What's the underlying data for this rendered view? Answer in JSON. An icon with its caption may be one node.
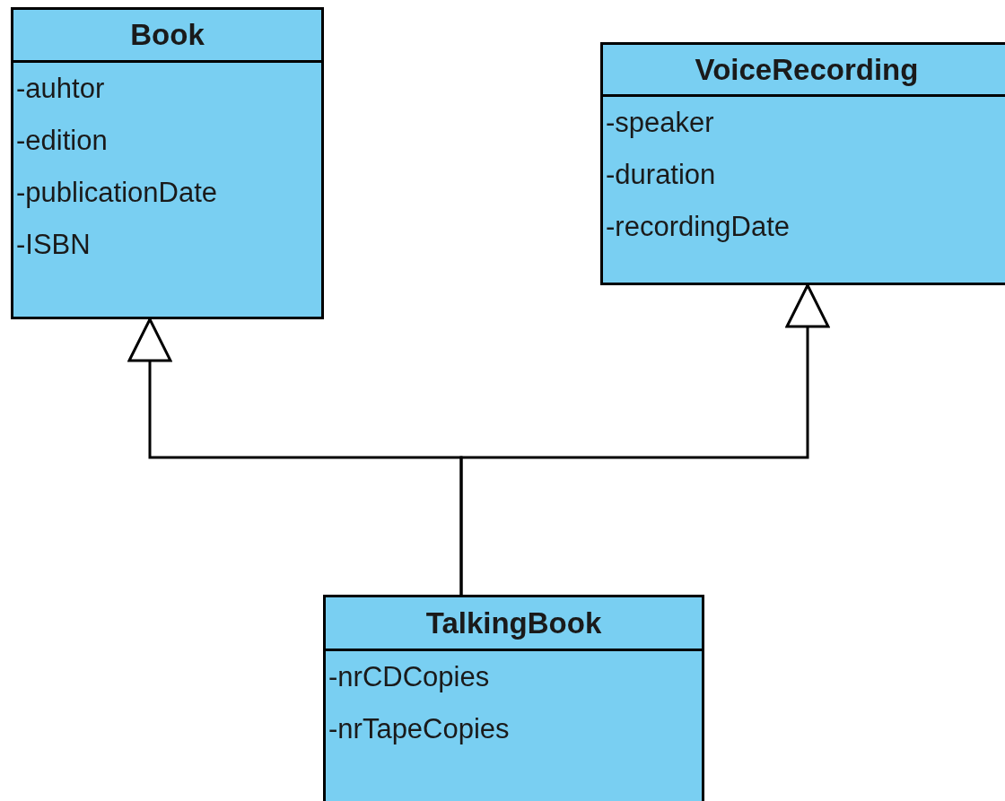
{
  "diagram": {
    "nodes": [
      {
        "text": [
          "Book",
          "-auhtor",
          "-edition",
          "-publicationDate",
          "-ISBN"
        ]
      },
      {
        "text": [
          "VoiceRecording",
          "-speaker",
          "-duration",
          "-recordingDate"
        ]
      },
      {
        "text": [
          "TalkingBook",
          "-nrCDCopies",
          "-nrTapeCopies"
        ]
      }
    ],
    "edges": [
      {
        "from": 2,
        "to": 0,
        "arrow": "to"
      },
      {
        "from": 2,
        "to": 1,
        "arrow": "to"
      }
    ]
  }
}
